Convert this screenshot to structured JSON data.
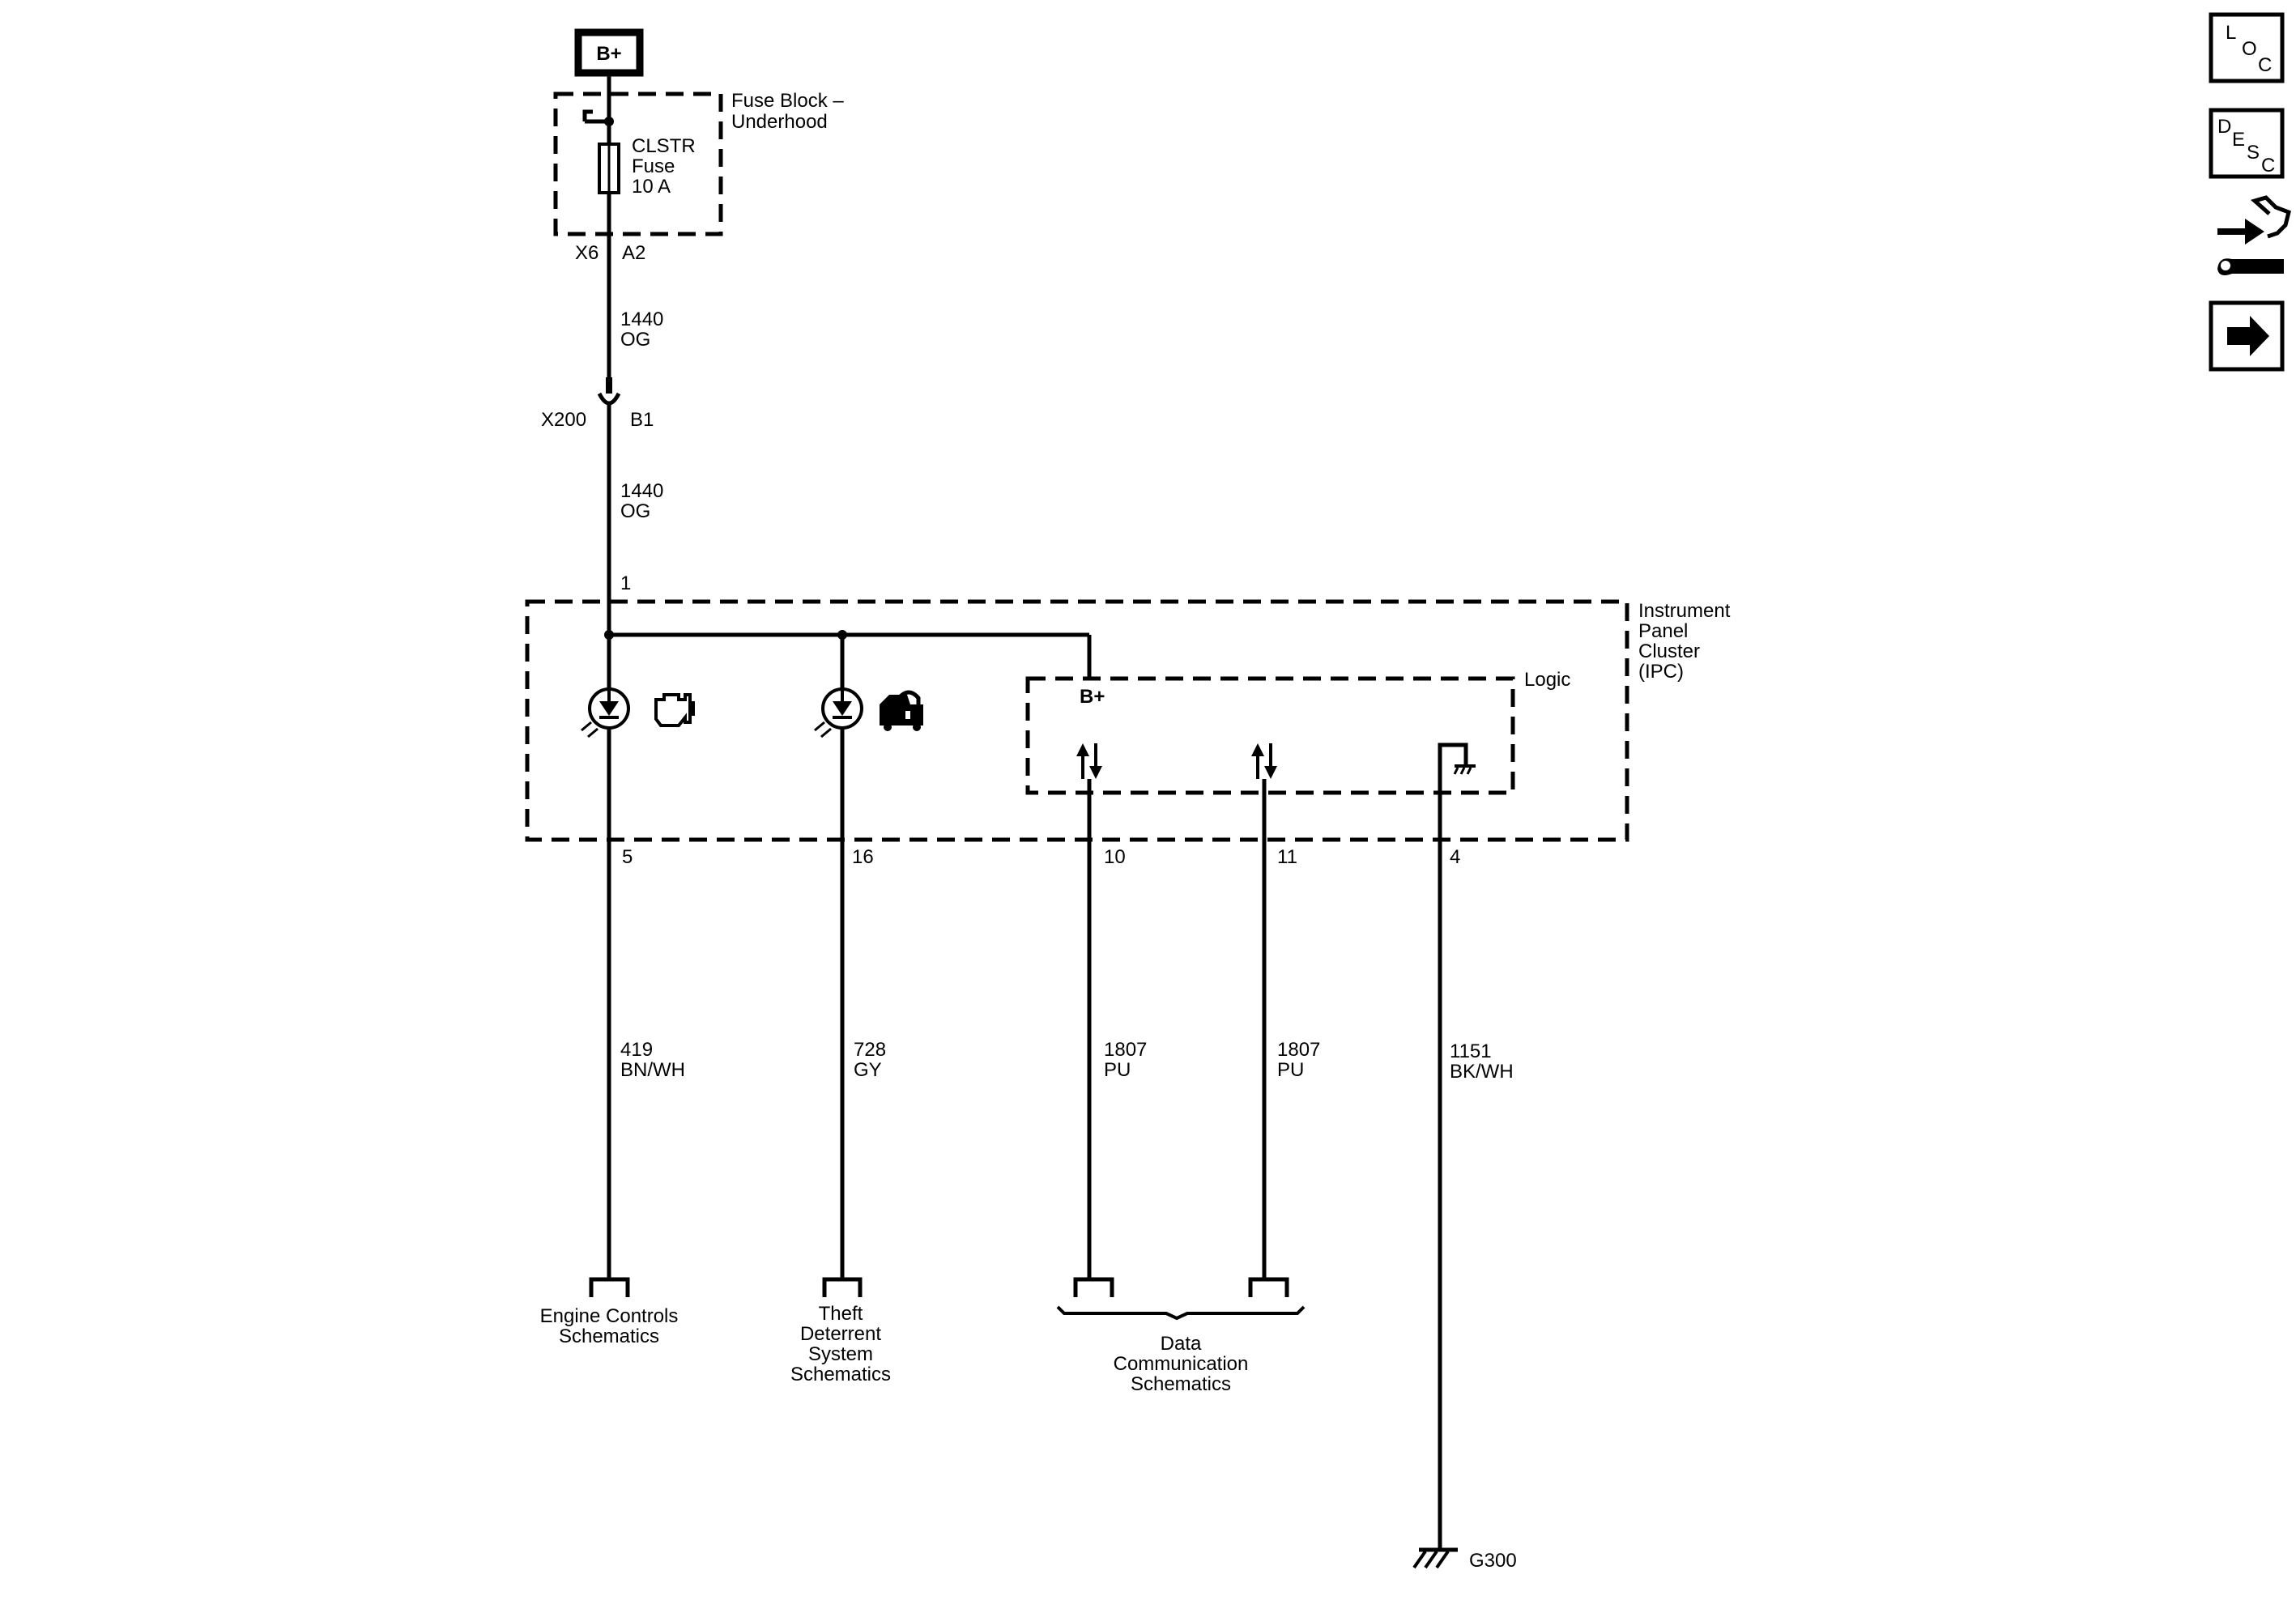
{
  "power": {
    "label": "B+"
  },
  "fuse_block": {
    "label_line1": "Fuse Block –",
    "label_line2": "Underhood"
  },
  "fuse": {
    "line1": "CLSTR",
    "line2": "Fuse",
    "line3": "10 A"
  },
  "fuse_connector": {
    "x": "X6",
    "pin": "A2"
  },
  "wire_upper": {
    "circuit": "1440",
    "color": "OG"
  },
  "inline_connector": {
    "id": "X200",
    "pin": "B1"
  },
  "wire_lower": {
    "circuit": "1440",
    "color": "OG"
  },
  "ipc": {
    "pin_in": "1",
    "label_line1": "Instrument",
    "label_line2": "Panel",
    "label_line3": "Cluster",
    "label_line4": "(IPC)",
    "logic_label": "Logic",
    "logic_bplus": "B+"
  },
  "pins": [
    {
      "pin": "5",
      "circuit": "419",
      "color": "BN/WH"
    },
    {
      "pin": "16",
      "circuit": "728",
      "color": "GY"
    },
    {
      "pin": "10",
      "circuit": "1807",
      "color": "PU"
    },
    {
      "pin": "11",
      "circuit": "1807",
      "color": "PU"
    },
    {
      "pin": "4",
      "circuit": "1151",
      "color": "BK/WH"
    }
  ],
  "refs": {
    "engine": {
      "line1": "Engine Controls",
      "line2": "Schematics"
    },
    "theft": {
      "line1": "Theft",
      "line2": "Deterrent",
      "line3": "System",
      "line4": "Schematics"
    },
    "data": {
      "line1": "Data",
      "line2": "Communication",
      "line3": "Schematics"
    }
  },
  "ground": {
    "label": "G300"
  },
  "side_buttons": {
    "loc": {
      "l": "L",
      "o": "O",
      "c": "C"
    },
    "desc": {
      "d": "D",
      "e": "E",
      "s": "S",
      "c": "C"
    },
    "connector_icon": "connector-repair-icon",
    "next_icon": "right-arrow-icon"
  }
}
